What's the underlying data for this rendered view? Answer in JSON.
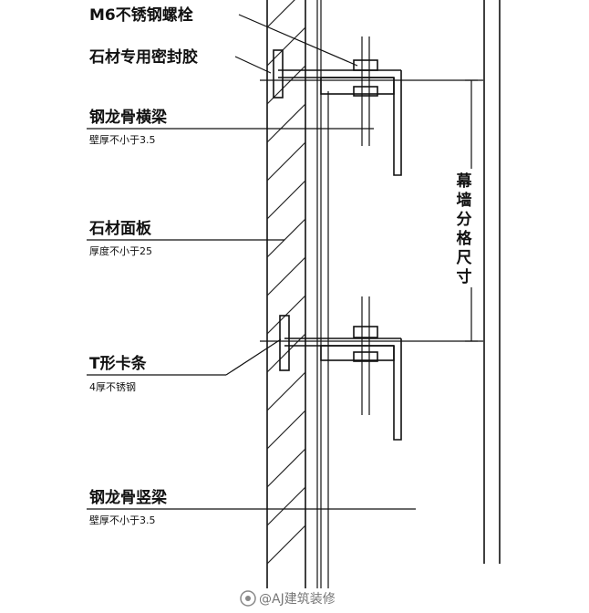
{
  "labels": {
    "bolt": "M6不锈钢螺栓",
    "sealant": "石材专用密封胶",
    "cross_beam": "钢龙骨横梁",
    "cross_beam_note": "壁厚不小于3.5",
    "stone_panel": "石材面板",
    "stone_panel_note": "厚度不小于25",
    "t_clip": "T形卡条",
    "t_clip_note": "4厚不锈钢",
    "vertical_beam": "钢龙骨竖梁",
    "vertical_beam_note": "壁厚不小于3.5"
  },
  "dimension": {
    "chars": [
      "幕",
      "墙",
      "分",
      "格",
      "尺",
      "寸"
    ]
  },
  "watermark": "@AJ建筑装修"
}
